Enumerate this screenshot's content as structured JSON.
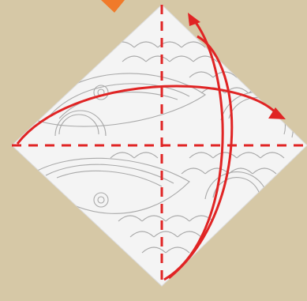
{
  "colors": {
    "background": "#d6c8a6",
    "paper": "#f4f4f4",
    "pattern": "#a9a9a9",
    "fold_line": "#e02424",
    "arrow": "#e02424",
    "corner_tab": "#f07a2a"
  },
  "steps": {
    "fold_lines": [
      "horizontal-diagonal",
      "vertical-diagonal"
    ],
    "arrows": [
      "left-to-right-fold",
      "bottom-to-top-fold"
    ]
  }
}
